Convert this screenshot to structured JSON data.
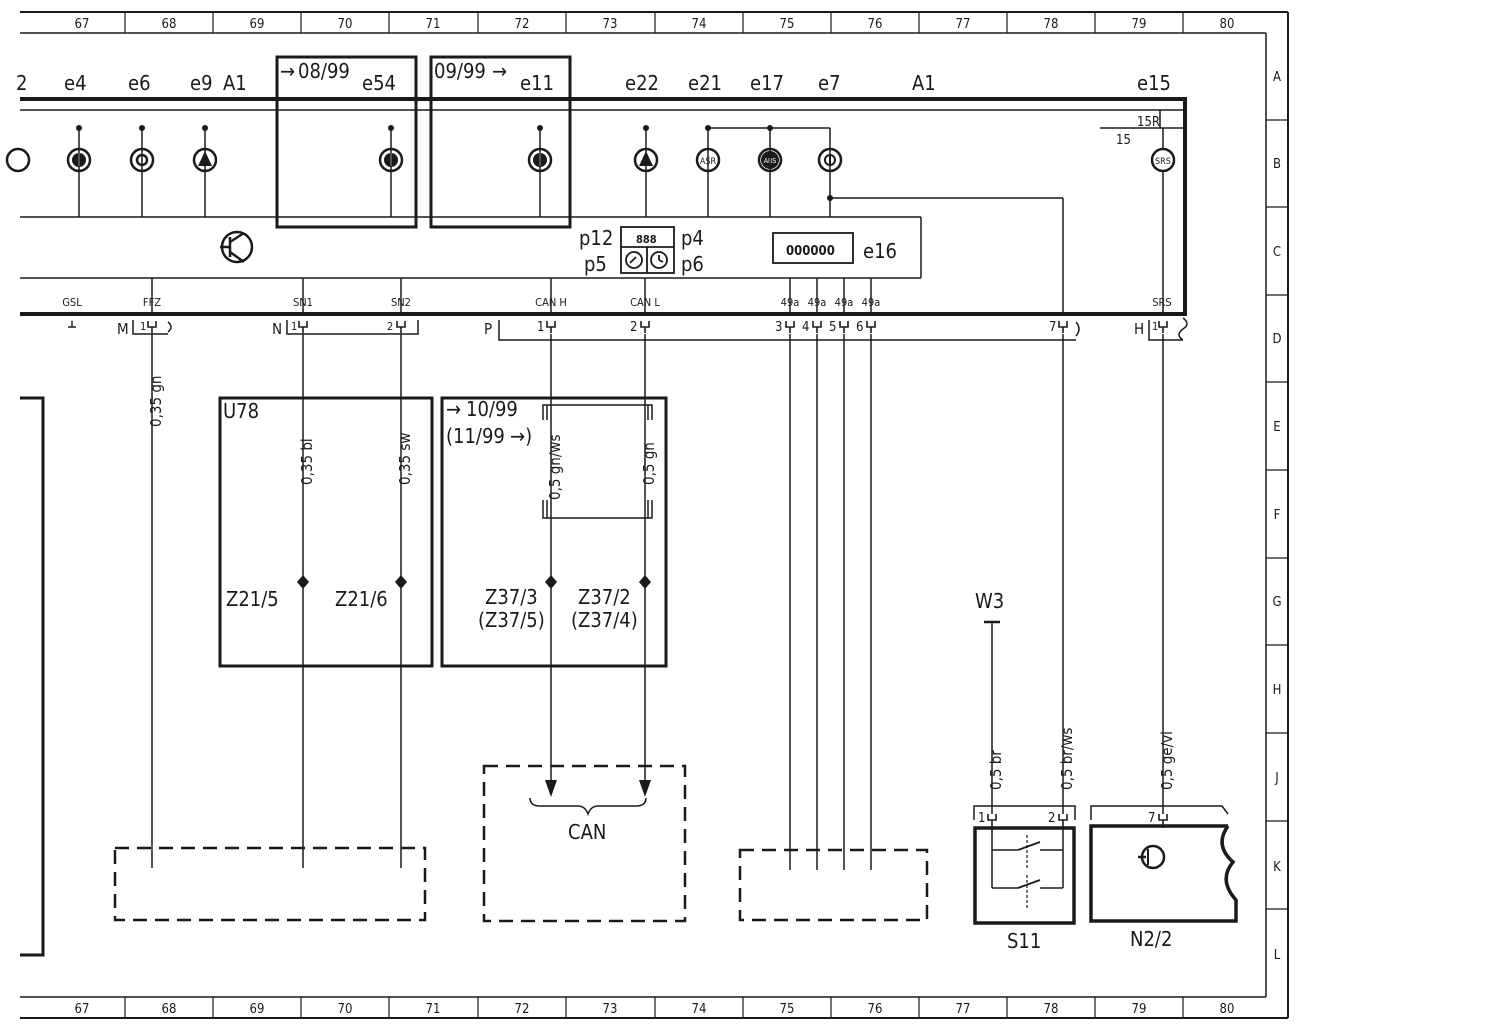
{
  "grid": {
    "columns": [
      "67",
      "68",
      "69",
      "70",
      "71",
      "72",
      "73",
      "74",
      "75",
      "76",
      "77",
      "78",
      "79",
      "80"
    ],
    "rows": [
      "A",
      "B",
      "C",
      "D",
      "E",
      "F",
      "G",
      "H",
      "J",
      "K",
      "L"
    ]
  },
  "module_a1": {
    "name": "A1",
    "lamps": [
      {
        "label": "e4",
        "symbol": "gearbox"
      },
      {
        "label": "e6",
        "symbol": "circle"
      },
      {
        "label": "e9",
        "symbol": "warning"
      },
      {
        "label": "e54",
        "symbol": "coolant"
      },
      {
        "label": "e11",
        "symbol": "coolant"
      },
      {
        "label": "e22",
        "symbol": "warning"
      },
      {
        "label": "e21",
        "symbol": "ASR"
      },
      {
        "label": "e17",
        "symbol": "ABS"
      },
      {
        "label": "e7",
        "symbol": "brake"
      },
      {
        "label": "e15",
        "symbol": "SRS"
      }
    ],
    "date_box_1": "08/99",
    "date_box_2": "09/99",
    "supply_labels": [
      "15R",
      "15"
    ],
    "instruments": [
      "p12",
      "p5",
      "p4",
      "p6"
    ],
    "digits": "888",
    "buzzer": "e16",
    "buzzer_coil": "000000",
    "pin_labels": [
      "GSL",
      "FFZ",
      "SN1",
      "SN2",
      "CAN H",
      "CAN L",
      "49a",
      "49a",
      "49a",
      "49a",
      "SRS"
    ]
  },
  "connectors": {
    "M": "M",
    "M_pin": "1",
    "N": "N",
    "N_pin1": "1",
    "N_pin2": "2",
    "P": "P",
    "P_pins": [
      "1",
      "2",
      "3",
      "4",
      "5",
      "6",
      "7"
    ],
    "H": "H",
    "H_pin": "1"
  },
  "wires": {
    "ffz": "0,35 gn",
    "sn1": "0,35 bl",
    "sn2": "0,35 sw",
    "can_h": "0,5 gn/ws",
    "can_l": "0,5 gn",
    "pin7": "0,5 br/ws",
    "w3": "0,5 br",
    "srs": "0,5 ge/vi"
  },
  "u78": {
    "name": "U78",
    "splice1": "Z21/5",
    "splice2": "Z21/6"
  },
  "can_box": {
    "date_from": "10/99",
    "date_from_2": "(11/99",
    "splice1a": "Z37/3",
    "splice1b": "(Z37/5)",
    "splice2a": "Z37/2",
    "splice2b": "(Z37/4)",
    "bus_label": "CAN"
  },
  "ground": "W3",
  "switch_s11": {
    "name": "S11",
    "pin1": "1",
    "pin2": "2"
  },
  "module_n2_2": {
    "name": "N2/2",
    "pin": "7"
  }
}
